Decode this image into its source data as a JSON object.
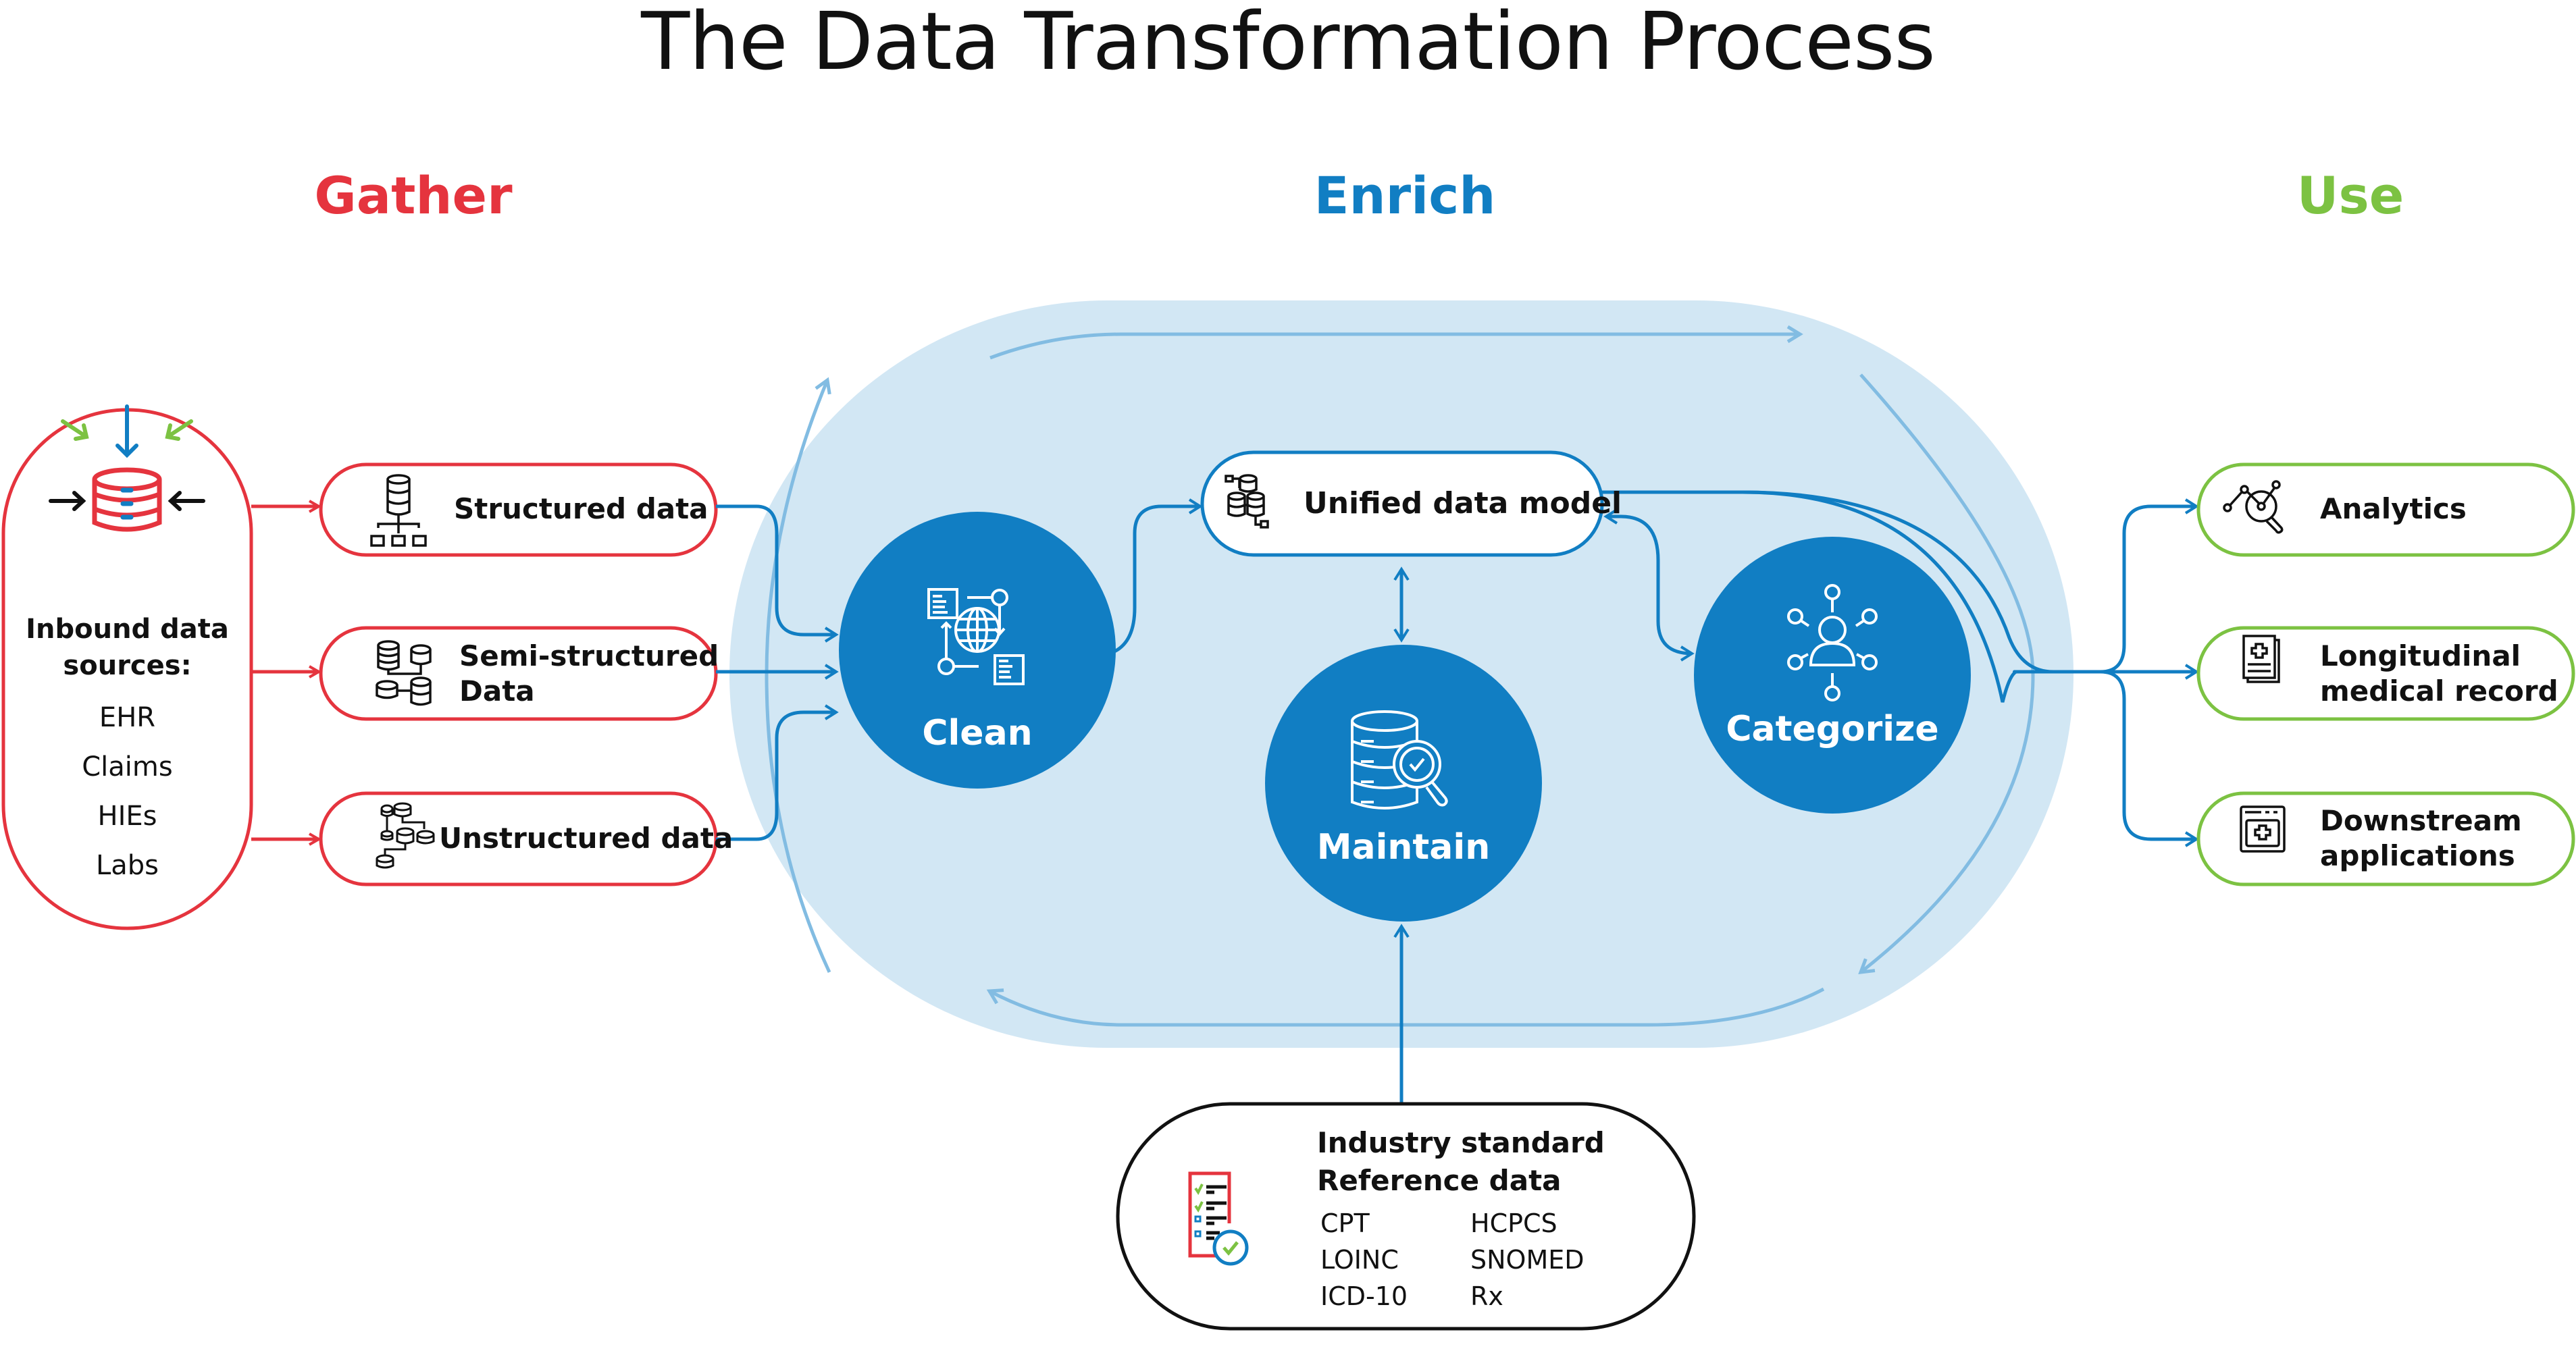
{
  "title": "The Data Transformation Process",
  "phases": {
    "gather": {
      "label": "Gather",
      "color": "#e5343e"
    },
    "enrich": {
      "label": "Enrich",
      "color": "#117ec3"
    },
    "use": {
      "label": "Use",
      "color": "#7cc242"
    }
  },
  "colors": {
    "red": "#e5343e",
    "blue": "#117ec3",
    "green": "#7cc242",
    "light_blue_bg": "#d2e7f4",
    "cycle_arrow": "#82bce2"
  },
  "inbound": {
    "icon": "database-inbound-icon",
    "title_line1": "Inbound data",
    "title_line2": "sources:",
    "sources": [
      "EHR",
      "Claims",
      "HIEs",
      "Labs"
    ]
  },
  "gather_items": [
    {
      "label": "Structured data",
      "icon": "structured-data-icon"
    },
    {
      "label_line1": "Semi-structured",
      "label_line2": "Data",
      "icon": "semi-structured-data-icon"
    },
    {
      "label": "Unstructured data",
      "icon": "unstructured-data-icon"
    }
  ],
  "enrich": {
    "unified": {
      "label": "Unified data model",
      "icon": "unified-data-model-icon"
    },
    "clean": {
      "label": "Clean",
      "icon": "globe-transform-icon"
    },
    "maintain": {
      "label": "Maintain",
      "icon": "database-search-check-icon"
    },
    "categorize": {
      "label": "Categorize",
      "icon": "user-network-icon"
    }
  },
  "use_items": [
    {
      "label": "Analytics",
      "icon": "analytics-magnifier-icon"
    },
    {
      "label_line1": "Longitudinal",
      "label_line2": "medical record",
      "icon": "medical-record-icon"
    },
    {
      "label_line1": "Downstream",
      "label_line2": "applications",
      "icon": "medical-app-window-icon"
    }
  ],
  "reference": {
    "icon": "checklist-verified-icon",
    "title_line1": "Industry standard",
    "title_line2": "Reference data",
    "col1": [
      "CPT",
      "LOINC",
      "ICD-10"
    ],
    "col2": [
      "HCPCS",
      "SNOMED",
      "Rx"
    ]
  }
}
